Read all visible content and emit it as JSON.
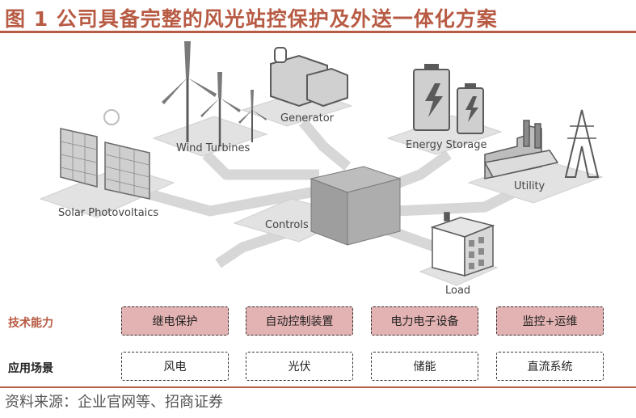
{
  "title": "图 1 公司具备完整的风光站控保护及外送一体化方案",
  "diagram": {
    "labels": {
      "solar": "Solar Photovoltaics",
      "wind": "Wind Turbines",
      "generator": "Generator",
      "storage": "Energy Storage",
      "utility": "Utility",
      "controls": "Controls",
      "load": "Load"
    }
  },
  "capability_row": {
    "label": "技术能力",
    "label_color": "#b85b44",
    "items": [
      "继电保护",
      "自动控制装置",
      "电力电子设备",
      "监控+运维"
    ]
  },
  "application_row": {
    "label": "应用场景",
    "items": [
      "风电",
      "光伏",
      "储能",
      "直流系统"
    ]
  },
  "source": "资料来源：企业官网等、招商证券",
  "colors": {
    "accent": "#b85b44",
    "capability_fill": "#e3b2b2"
  }
}
